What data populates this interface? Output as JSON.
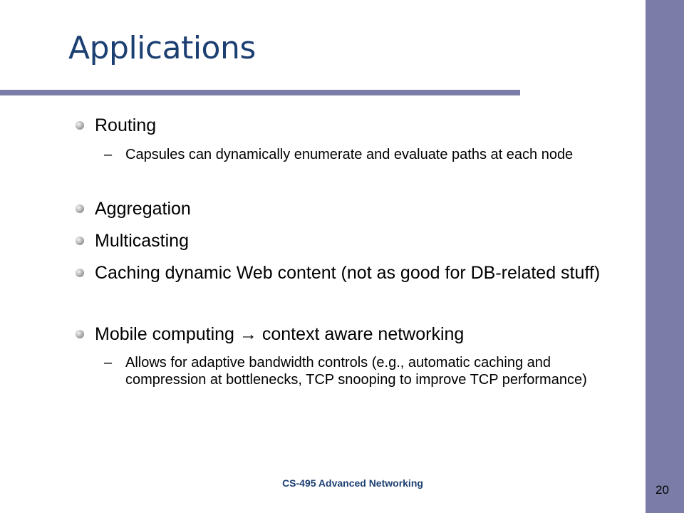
{
  "slide": {
    "title": "Applications",
    "bullets": [
      {
        "text": "Routing",
        "subitems": [
          {
            "marker": "–",
            "text": "Capsules can dynamically enumerate and evaluate paths at each node"
          }
        ]
      },
      {
        "text": "Aggregation",
        "subitems": []
      },
      {
        "text": "Multicasting",
        "subitems": []
      },
      {
        "text": "Caching dynamic Web content (not as good for DB-related stuff)",
        "subitems": []
      },
      {
        "text": "Mobile computing  →  context aware networking",
        "subitems": [
          {
            "marker": "–",
            "text": "Allows for adaptive bandwidth controls (e.g., automatic caching and compression at bottlenecks, TCP snooping to improve TCP performance)"
          }
        ]
      }
    ],
    "footer": "CS-495 Advanced Networking",
    "page_number": "20"
  },
  "colors": {
    "title": "#1c3f72",
    "accent_band": "#7b7da8",
    "footer": "#1c3f72"
  },
  "icons": {
    "bullet": "gray-sphere-bullet-icon",
    "arrow": "right-arrow"
  }
}
